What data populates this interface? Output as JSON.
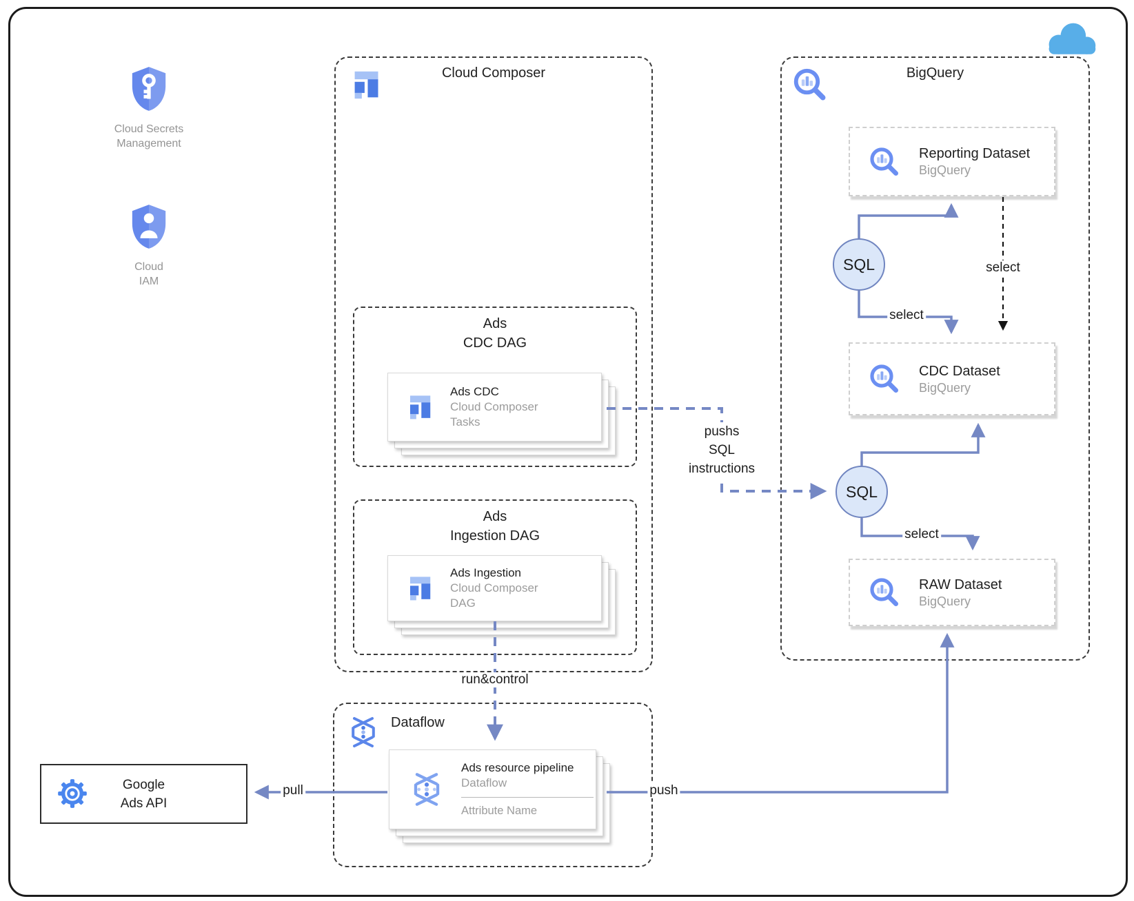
{
  "colors": {
    "edge_blue": "#7588c4",
    "icon_blue": "#5b86ea",
    "icon_blue_dark": "#4c7ce4",
    "icon_blue_light": "#a6c2f6",
    "sql_fill": "#dbe7f9",
    "cloud_blue": "#58aee8",
    "shield_blue": "#6588ec",
    "gray_text": "#9c9c9c"
  },
  "left_panel": {
    "secrets": {
      "label_line1": "Cloud Secrets",
      "label_line2": "Management"
    },
    "iam": {
      "label_line1": "Cloud",
      "label_line2": "IAM"
    }
  },
  "composer": {
    "title": "Cloud Composer",
    "cdc_dag": {
      "title_line1": "Ads",
      "title_line2": "CDC DAG",
      "card": {
        "title": "Ads CDC",
        "subtitle1": "Cloud Composer",
        "subtitle2": "Tasks"
      }
    },
    "ingestion_dag": {
      "title_line1": "Ads",
      "title_line2": "Ingestion DAG",
      "card": {
        "title": "Ads Ingestion",
        "subtitle1": "Cloud Composer",
        "subtitle2": "DAG"
      }
    }
  },
  "bigquery": {
    "title": "BigQuery",
    "datasets": [
      {
        "title": "Reporting Dataset",
        "subtitle": "BigQuery"
      },
      {
        "title": "CDC Dataset",
        "subtitle": "BigQuery"
      },
      {
        "title": "RAW Dataset",
        "subtitle": "BigQuery"
      }
    ],
    "sql_node1": "SQL",
    "sql_node2": "SQL"
  },
  "dataflow": {
    "title": "Dataflow",
    "card": {
      "title": "Ads resource pipeline",
      "subtitle": "Dataflow",
      "attribute": "Attribute Name"
    }
  },
  "ads_api": {
    "line1": "Google",
    "line2": "Ads API"
  },
  "edges": {
    "select_reporting_to_cdc": "select",
    "select_sql1_to_cdc": "select",
    "select_sql2_to_raw": "select",
    "pushs": {
      "line1": "pushs",
      "line2": "SQL",
      "line3": "instructions"
    },
    "run_control": "run&control",
    "pull": "pull",
    "push": "push"
  }
}
